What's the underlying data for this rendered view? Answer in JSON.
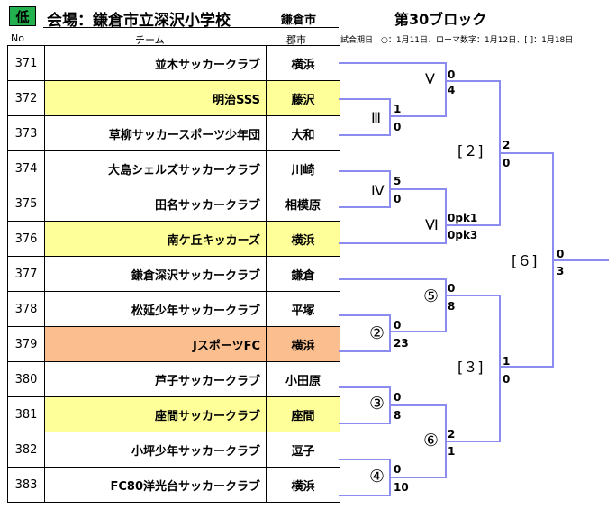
{
  "header": {
    "badge": "低",
    "venue": "会場：鎌倉市立深沢小学校",
    "city": "鎌倉市",
    "block": "第30ブロック",
    "col_no": "No",
    "col_team": "チーム",
    "col_city": "郡市",
    "note": "試合期日　○：1月11日、ローマ数字：1月12日、[ ]：1月18日"
  },
  "colors": {
    "line": "#8c8cf0",
    "badge": "#22b14c",
    "yellow": "#ffff99",
    "orange": "#fbbf8f"
  },
  "teams": [
    {
      "no": "371",
      "team": "並木サッカークラブ",
      "city": "横浜",
      "hl": ""
    },
    {
      "no": "372",
      "team": "明治SSS",
      "city": "藤沢",
      "hl": "yellow"
    },
    {
      "no": "373",
      "team": "草柳サッカースポーツ少年団",
      "city": "大和",
      "hl": ""
    },
    {
      "no": "374",
      "team": "大島シェルズサッカークラブ",
      "city": "川崎",
      "hl": ""
    },
    {
      "no": "375",
      "team": "田名サッカークラブ",
      "city": "相模原",
      "hl": ""
    },
    {
      "no": "376",
      "team": "南ケ丘キッカーズ",
      "city": "横浜",
      "hl": "yellow"
    },
    {
      "no": "377",
      "team": "鎌倉深沢サッカークラブ",
      "city": "鎌倉",
      "hl": ""
    },
    {
      "no": "378",
      "team": "松延少年サッカークラブ",
      "city": "平塚",
      "hl": ""
    },
    {
      "no": "379",
      "team": "JスポーツFC",
      "city": "横浜",
      "hl": "orange"
    },
    {
      "no": "380",
      "team": "芦子サッカークラブ",
      "city": "小田原",
      "hl": ""
    },
    {
      "no": "381",
      "team": "座間サッカークラブ",
      "city": "座間",
      "hl": "yellow"
    },
    {
      "no": "382",
      "team": "小坪少年サッカークラブ",
      "city": "逗子",
      "hl": ""
    },
    {
      "no": "383",
      "team": "FC80洋光台サッカークラブ",
      "city": "横浜",
      "hl": ""
    }
  ],
  "labels": {
    "m1": "Ⅴ",
    "m2": "Ⅲ",
    "m3": "Ⅳ",
    "m4": "Ⅵ",
    "m5": "[２]",
    "m6": "[６]",
    "m7": "⑤",
    "m8": "②",
    "m9": "[３]",
    "m10": "③",
    "m11": "⑥",
    "m12": "④"
  },
  "scores": {
    "m1a": "0",
    "m1b": "4",
    "m2a": "1",
    "m2b": "0",
    "m3a": "5",
    "m3b": "0",
    "m4a": "0pk1",
    "m4b": "0pk3",
    "m5a": "2",
    "m5b": "0",
    "m6a": "0",
    "m6b": "3",
    "m7a": "0",
    "m7b": "8",
    "m8a": "0",
    "m8b": "23",
    "m9a": "1",
    "m9b": "0",
    "m10a": "0",
    "m10b": "8",
    "m11a": "2",
    "m11b": "1",
    "m12a": "0",
    "m12b": "10"
  }
}
